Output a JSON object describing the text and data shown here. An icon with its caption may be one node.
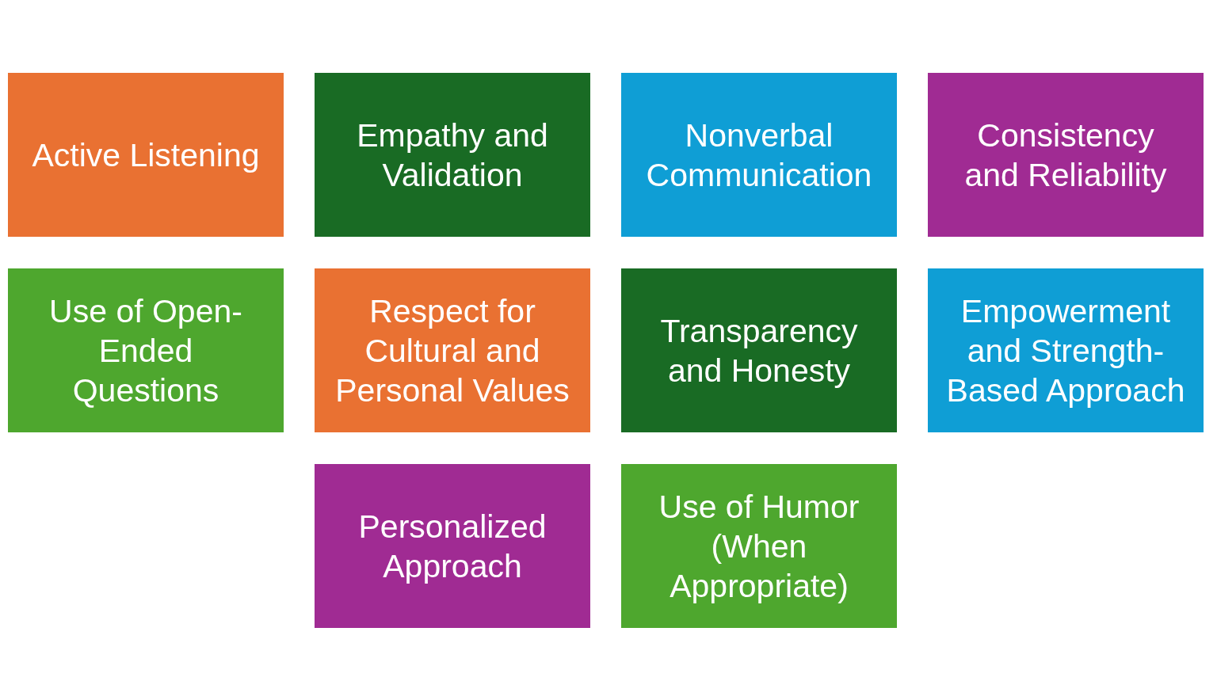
{
  "diagram": {
    "nodes": [
      {
        "text": [
          "Active Listening"
        ]
      },
      {
        "text": [
          "Empathy and Validation"
        ]
      },
      {
        "text": [
          "Nonverbal Communication"
        ]
      },
      {
        "text": [
          "Consistency and Reliability"
        ]
      },
      {
        "text": [
          "Use of Open-Ended Questions"
        ]
      },
      {
        "text": [
          "Respect for Cultural and Personal Values"
        ]
      },
      {
        "text": [
          "Transparency and Honesty"
        ]
      },
      {
        "text": [
          "Empowerment and Strength-Based Approach"
        ]
      },
      {
        "text": [
          "Personalized Approach"
        ]
      },
      {
        "text": [
          "Use of Humor (When Appropriate)"
        ]
      }
    ]
  }
}
